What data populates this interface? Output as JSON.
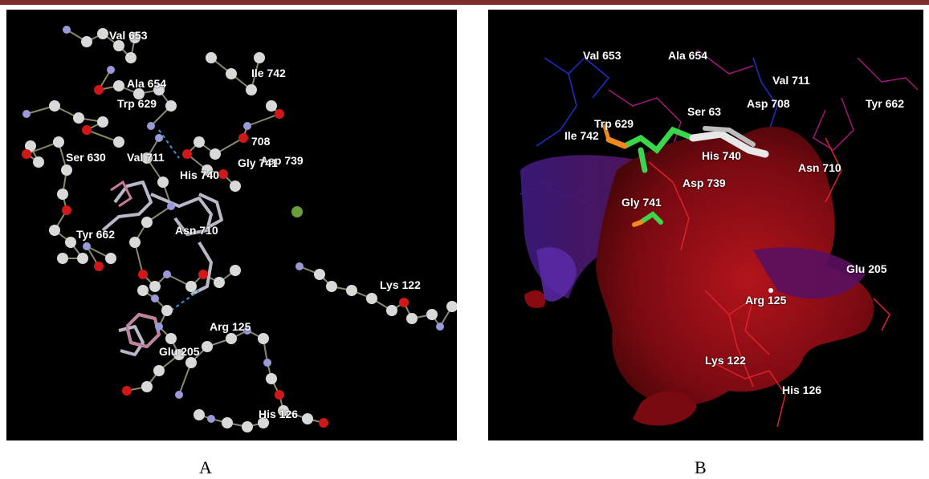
{
  "captions": {
    "a": "A",
    "b": "B"
  },
  "panel_a": {
    "labels": [
      "Val 653",
      "Ile 742",
      "Ala 654",
      "Trp 629",
      "708",
      "Asp 739",
      "Ser 630",
      "Val 711",
      "His 740",
      "Gly 741",
      "Tyr 662",
      "Asn 710",
      "Lys 122",
      "Arg 125",
      "Glu 205",
      "His 126"
    ]
  },
  "panel_b": {
    "labels": [
      "Val 653",
      "Ala 654",
      "Val 711",
      "Tyr 662",
      "Asp 708",
      "Ser 63",
      "Trp 629",
      "Ile 742",
      "His 740",
      "Asn 710",
      "Asp 739",
      "Gly 741",
      "Glu 205",
      "Arg 125",
      "Lys 122",
      "His 126"
    ]
  },
  "colors": {
    "background": "#000000",
    "carbon": "#d9d9d9",
    "oxygen": "#d01818",
    "nitrogen": "#9a9ad8",
    "surface_red": "#8c0a14",
    "surface_purple": "#4a1570",
    "ligand_green": "#3bd64a",
    "ligand_orange": "#f08a1c"
  }
}
